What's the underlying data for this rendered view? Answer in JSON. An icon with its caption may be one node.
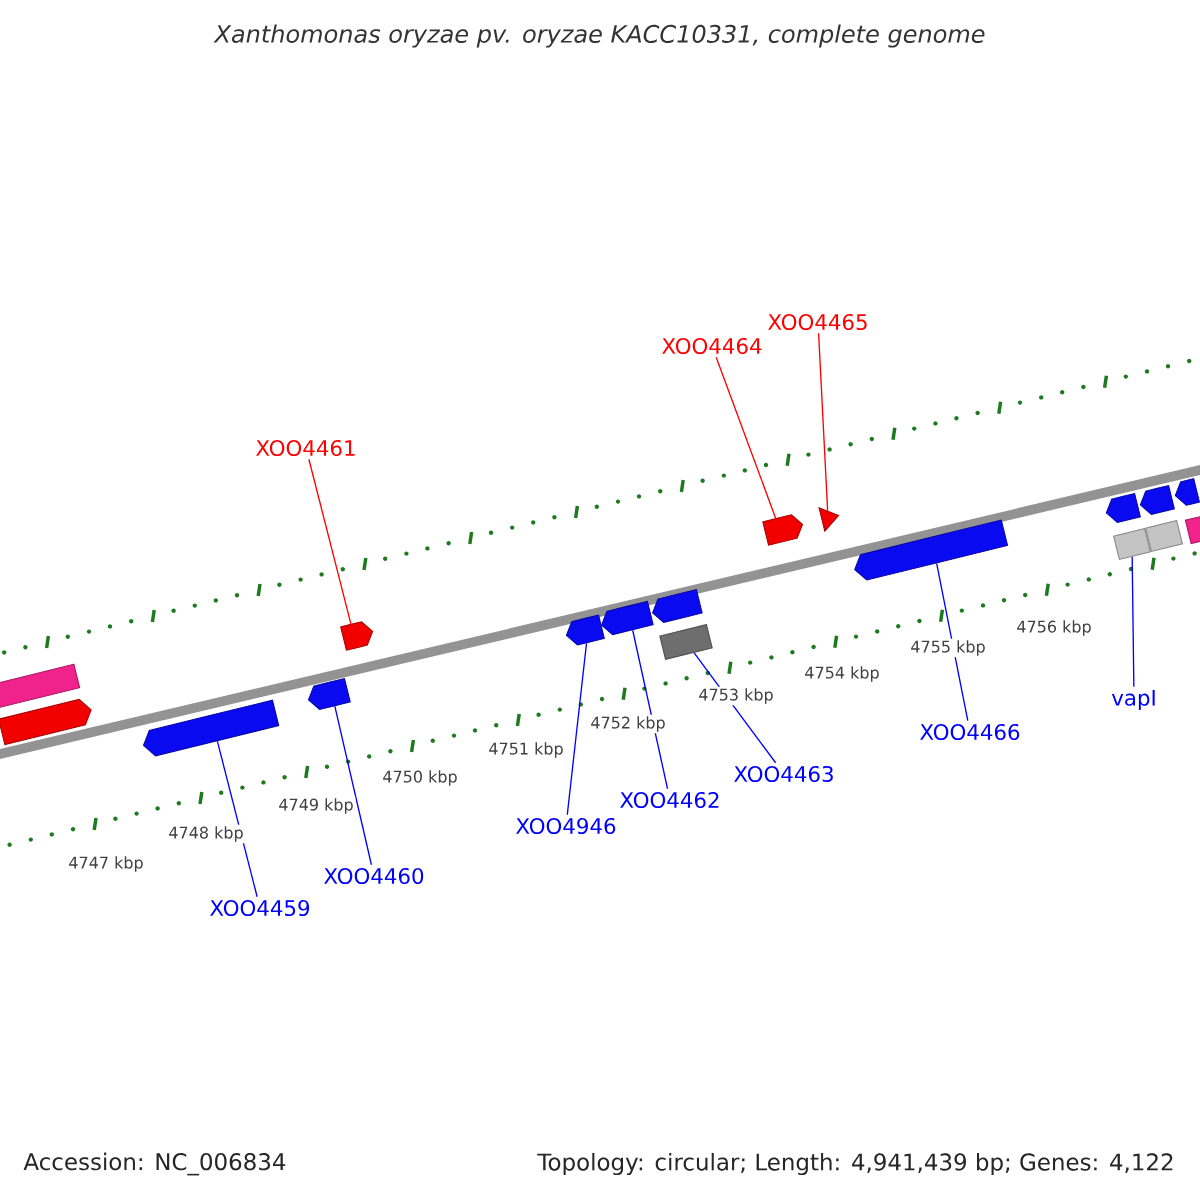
{
  "diagram": {
    "title": "Xanthomonas oryzae pv. oryzae KACC10331, complete genome",
    "nodes": [
      {
        "text": [
          "XOO4461"
        ]
      },
      {
        "text": [
          "XOO4464"
        ]
      },
      {
        "text": [
          "XOO4465"
        ]
      },
      {
        "text": [
          "XOO4459"
        ]
      },
      {
        "text": [
          "XOO4460"
        ]
      },
      {
        "text": [
          "XOO4946"
        ]
      },
      {
        "text": [
          "XOO4462"
        ]
      },
      {
        "text": [
          "XOO4463"
        ]
      },
      {
        "text": [
          "XOO4466"
        ]
      },
      {
        "text": [
          "vapI"
        ]
      },
      {
        "text": [],
        "shape": "box"
      },
      {
        "text": [],
        "shape": "pentagon"
      },
      {
        "text": [],
        "shape": "pentagon"
      },
      {
        "text": [],
        "shape": "pentagon"
      },
      {
        "text": [],
        "shape": "pentagon"
      },
      {
        "text": [],
        "shape": "pentagon"
      },
      {
        "text": [],
        "shape": "pentagon"
      },
      {
        "text": [],
        "shape": "pentagon"
      },
      {
        "text": [],
        "shape": "box"
      },
      {
        "text": [],
        "shape": "pentagon"
      },
      {
        "text": [],
        "shape": "triangle"
      },
      {
        "text": [],
        "shape": "pentagon"
      },
      {
        "text": [],
        "shape": "pentagon"
      },
      {
        "text": [],
        "shape": "box"
      },
      {
        "text": [],
        "shape": "pentagon"
      },
      {
        "text": [],
        "shape": "box"
      },
      {
        "text": [],
        "shape": "pentagon"
      },
      {
        "text": [],
        "shape": "box"
      }
    ],
    "edges": [
      {
        "from": 0,
        "to": 14,
        "arrow": "none",
        "color": "#ff0000"
      },
      {
        "from": 1,
        "to": 19,
        "arrow": "none",
        "color": "#ff0000"
      },
      {
        "from": 2,
        "to": 20,
        "arrow": "none",
        "color": "#ff0000"
      },
      {
        "from": 3,
        "to": 12,
        "arrow": "none"
      },
      {
        "from": 4,
        "to": 13,
        "arrow": "none"
      },
      {
        "from": 5,
        "to": 15,
        "arrow": "none"
      },
      {
        "from": 6,
        "to": 16,
        "arrow": "none"
      },
      {
        "from": 7,
        "to": 18,
        "arrow": "none"
      },
      {
        "from": 8,
        "to": 21,
        "arrow": "none"
      },
      {
        "from": 9,
        "to": 23,
        "arrow": "none"
      }
    ],
    "labels": [
      "4747 kbp",
      "4748 kbp",
      "4749 kbp",
      "4750 kbp",
      "4751 kbp",
      "4752 kbp",
      "4753 kbp",
      "4754 kbp",
      "4755 kbp",
      "4756 kbp",
      "Accession: NC_006834",
      "Topology: circular; Length: 4,941,439 bp; Genes: 4,122"
    ]
  }
}
